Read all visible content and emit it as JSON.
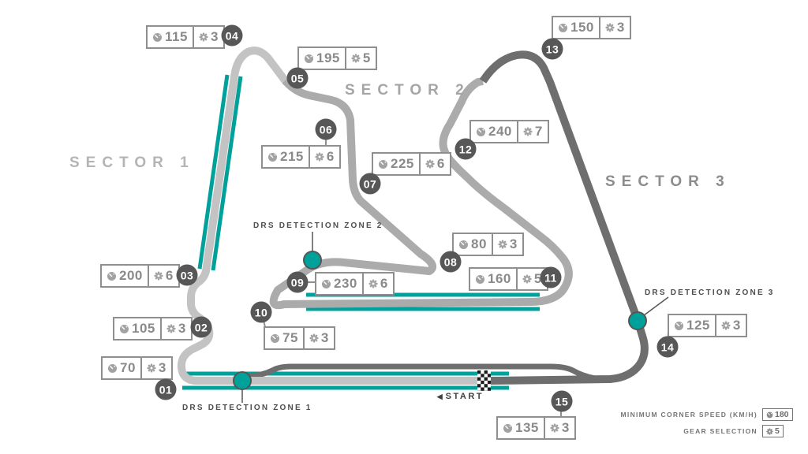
{
  "sectors": [
    {
      "label": "SECTOR 1"
    },
    {
      "label": "SECTOR 2"
    },
    {
      "label": "SECTOR 3"
    }
  ],
  "corners": [
    {
      "number": "01",
      "speed": "70",
      "gear": "3"
    },
    {
      "number": "02",
      "speed": "105",
      "gear": "3"
    },
    {
      "number": "03",
      "speed": "200",
      "gear": "6"
    },
    {
      "number": "04",
      "speed": "115",
      "gear": "3"
    },
    {
      "number": "05",
      "speed": "195",
      "gear": "5"
    },
    {
      "number": "06",
      "speed": "215",
      "gear": "6"
    },
    {
      "number": "07",
      "speed": "225",
      "gear": "6"
    },
    {
      "number": "08",
      "speed": "80",
      "gear": "3"
    },
    {
      "number": "09",
      "speed": "230",
      "gear": "6"
    },
    {
      "number": "10",
      "speed": "75",
      "gear": "3"
    },
    {
      "number": "11",
      "speed": "160",
      "gear": "5"
    },
    {
      "number": "12",
      "speed": "240",
      "gear": "7"
    },
    {
      "number": "13",
      "speed": "150",
      "gear": "3"
    },
    {
      "number": "14",
      "speed": "125",
      "gear": "3"
    },
    {
      "number": "15",
      "speed": "135",
      "gear": "3"
    }
  ],
  "drs_zones": [
    {
      "label": "DRS DETECTION ZONE 1"
    },
    {
      "label": "DRS DETECTION ZONE 2"
    },
    {
      "label": "DRS DETECTION ZONE 3"
    }
  ],
  "start": {
    "arrow": "◀",
    "label": "START"
  },
  "legend": {
    "rows": [
      {
        "label": "MINIMUM CORNER SPEED (KM/H)",
        "value": "180",
        "icon": "speedometer"
      },
      {
        "label": "GEAR SELECTION",
        "value": "5",
        "icon": "gear"
      }
    ]
  },
  "colors": {
    "teal": "#00A19B",
    "sector1_track": "#C3C3C3",
    "sector2_track": "#ABABAB",
    "sector3_track": "#6E6E6E",
    "badge": "#575757",
    "box_border": "#8F8F8F",
    "box_text": "#8A8A8A"
  }
}
